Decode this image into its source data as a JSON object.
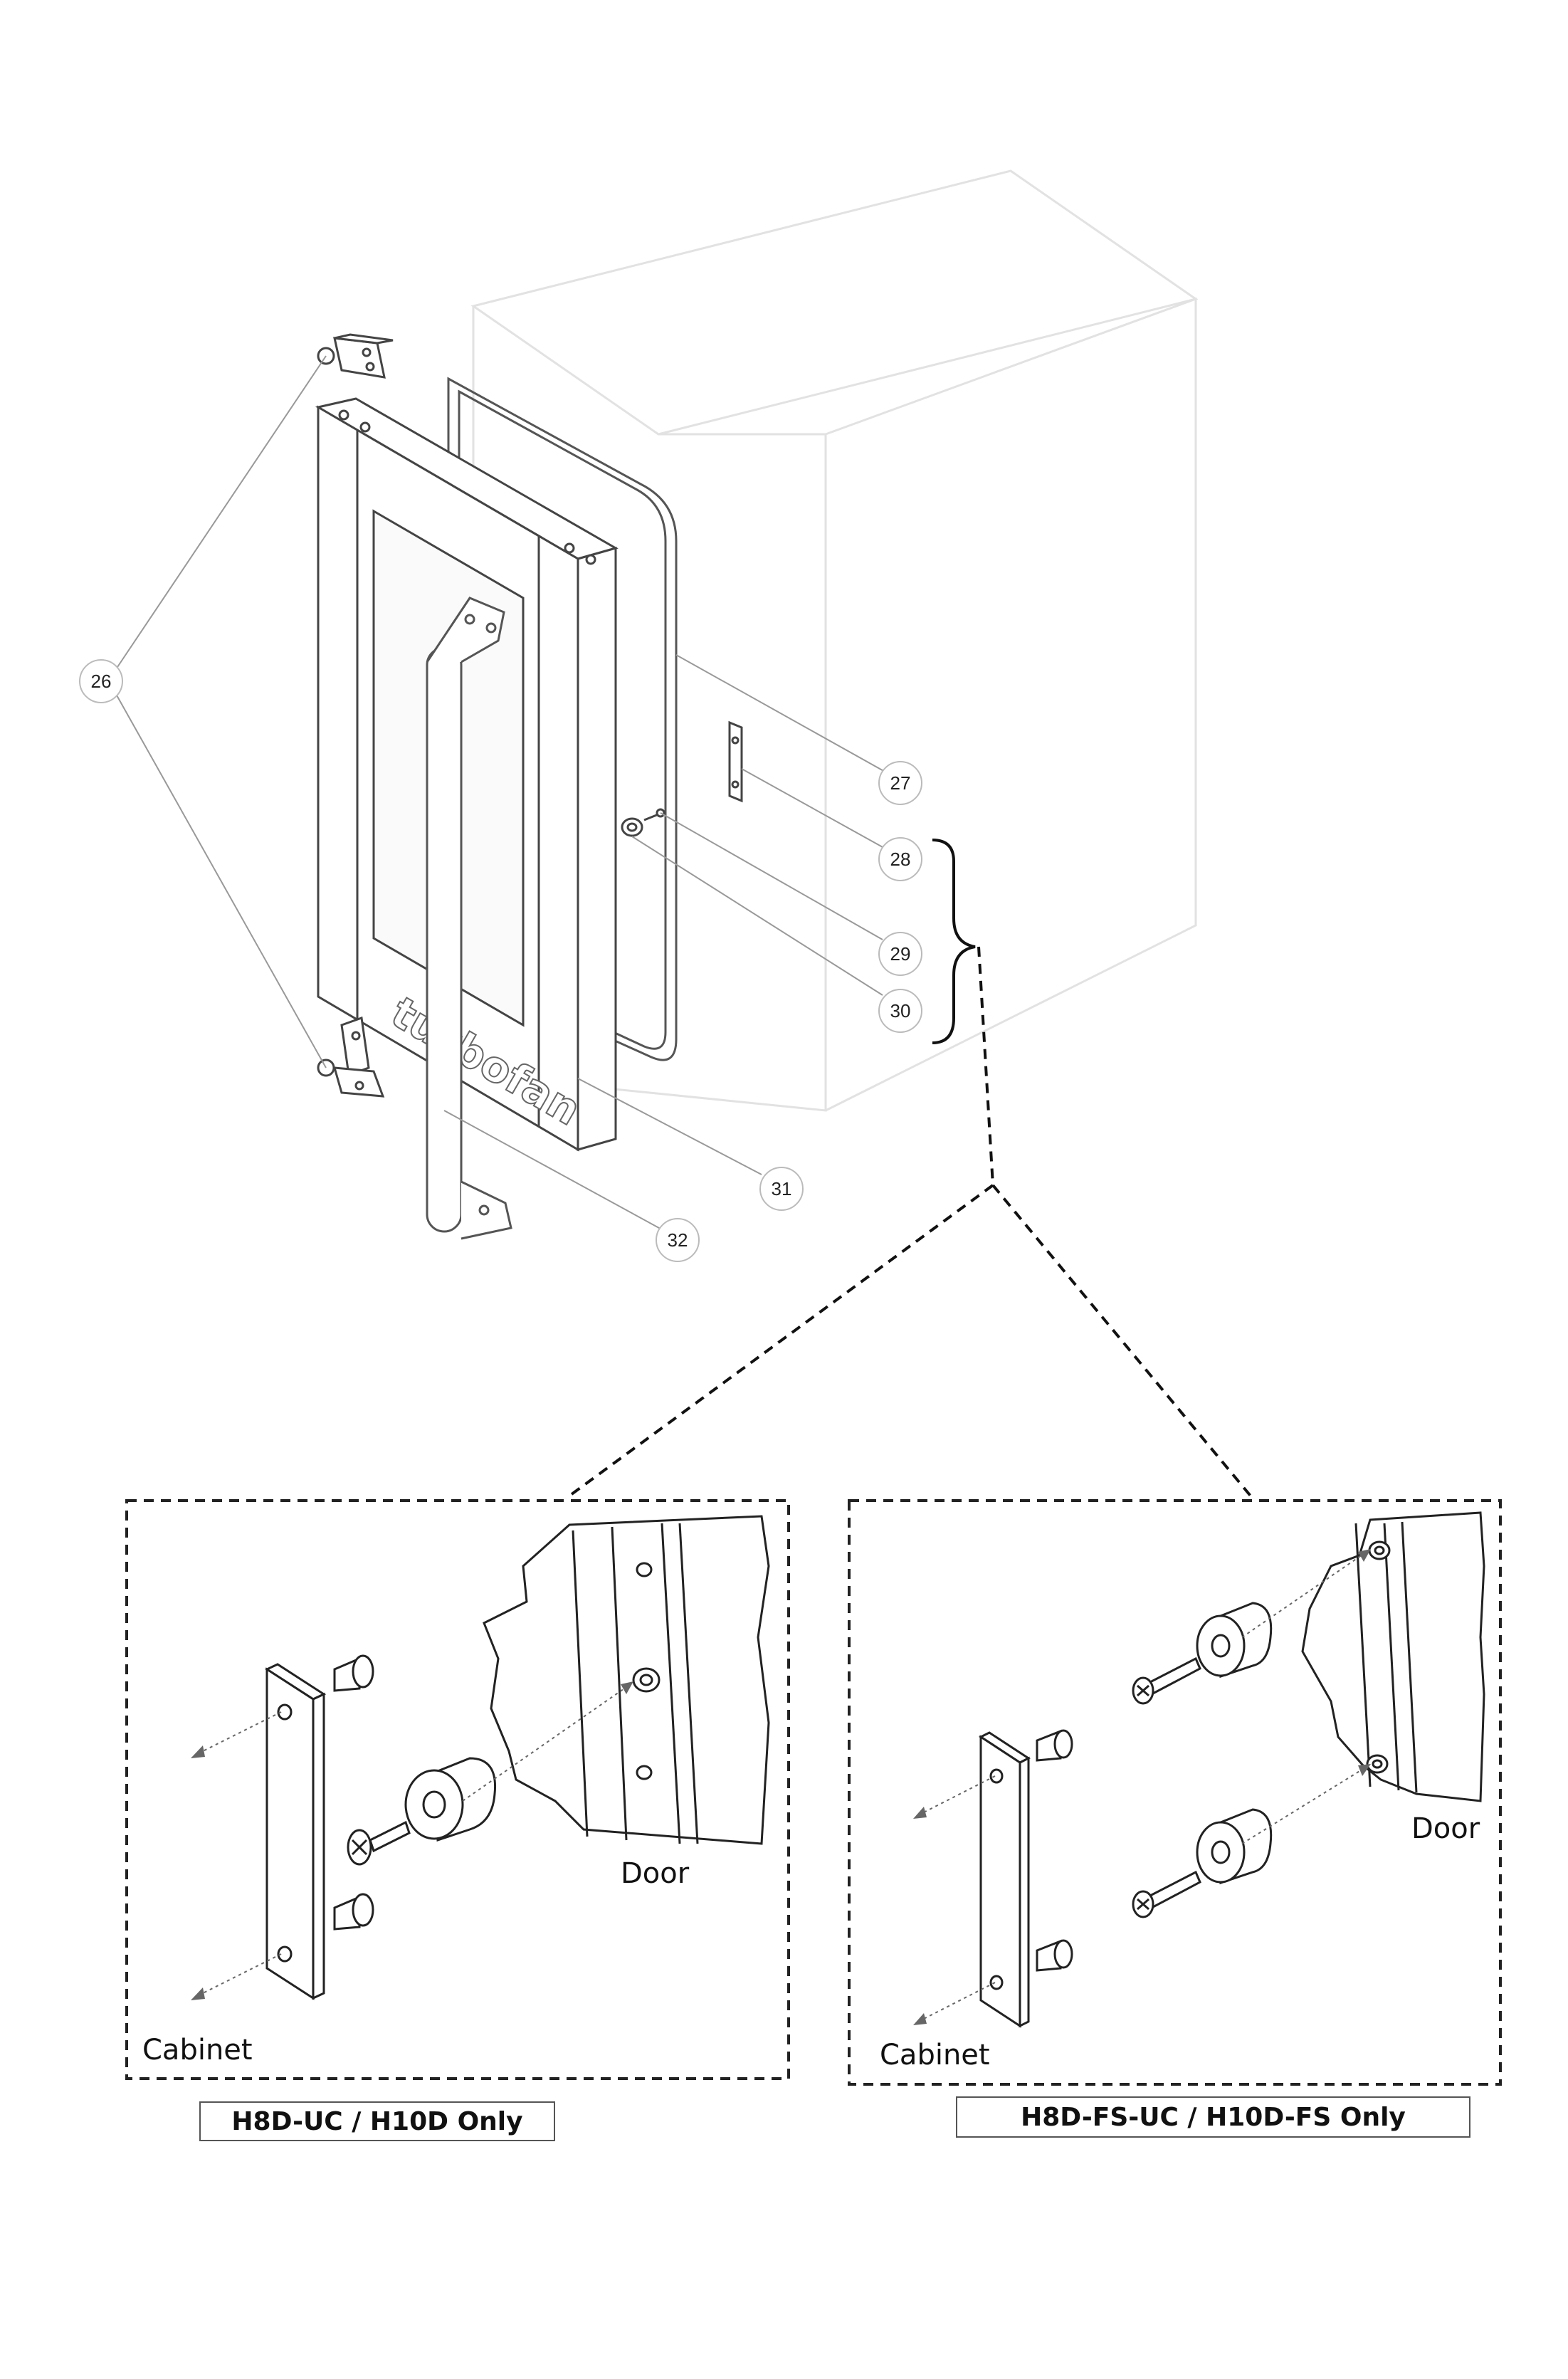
{
  "callouts": {
    "c26": "26",
    "c27": "27",
    "c28": "28",
    "c29": "29",
    "c30": "30",
    "c31": "31",
    "c32": "32"
  },
  "detail_left": {
    "cabinet_label": "Cabinet",
    "door_label": "Door",
    "caption": "H8D-UC / H10D Only"
  },
  "detail_right": {
    "cabinet_label": "Cabinet",
    "door_label": "Door",
    "caption": "H8D-FS-UC / H10D-FS Only"
  },
  "logo_text": "turbofan"
}
